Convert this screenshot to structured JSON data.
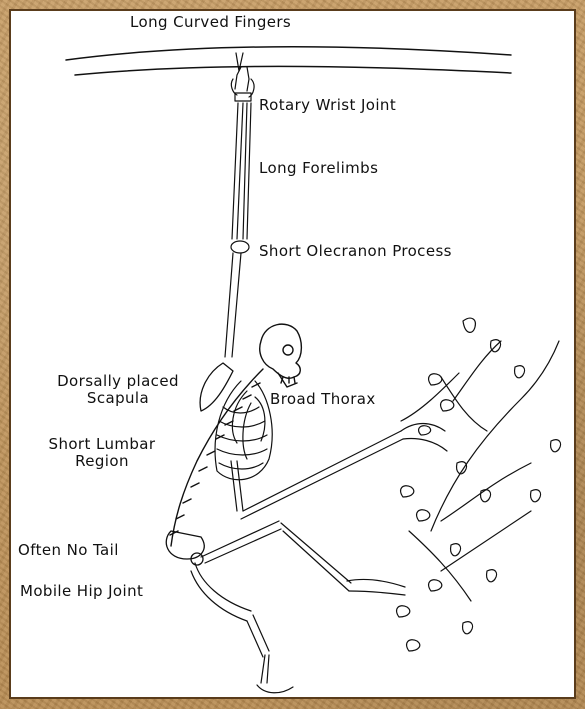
{
  "labels": {
    "fingers": "Long Curved Fingers",
    "wrist": "Rotary Wrist Joint",
    "forelimbs": "Long Forelimbs",
    "olecranon": "Short Olecranon Process",
    "scapula_line1": "Dorsally placed",
    "scapula_line2": "Scapula",
    "thorax": "Broad Thorax",
    "lumbar_line1": "Short Lumbar",
    "lumbar_line2": "Region",
    "tail": "Often No Tail",
    "hip": "Mobile Hip Joint"
  },
  "colors": {
    "frame": "#c59a5d",
    "panel": "#ffffff",
    "ink": "#111111"
  }
}
